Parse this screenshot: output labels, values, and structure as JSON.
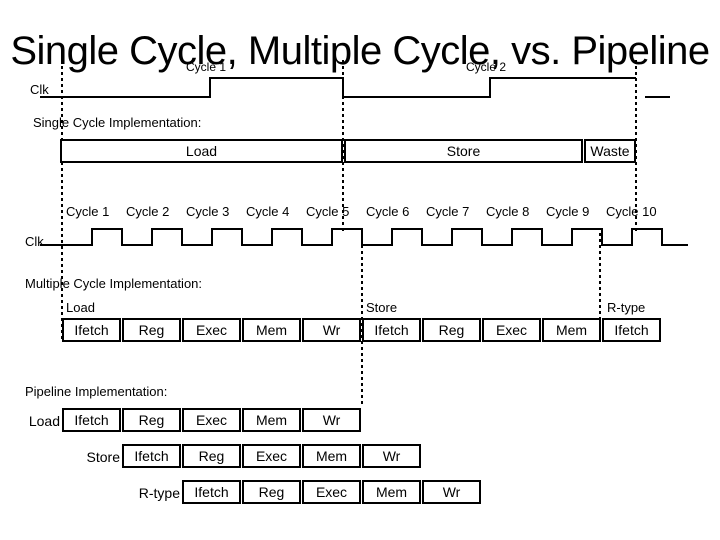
{
  "title": "Single Cycle, Multiple Cycle, vs. Pipeline",
  "top_clock": {
    "label": "Clk",
    "cycle1": "Cycle 1",
    "cycle2": "Cycle 2"
  },
  "single_cycle": {
    "heading": "Single Cycle Implementation:",
    "load": "Load",
    "store": "Store",
    "waste": "Waste"
  },
  "multi_clock": {
    "label": "Clk",
    "cycles": [
      "Cycle 1",
      "Cycle 2",
      "Cycle 3",
      "Cycle 4",
      "Cycle 5",
      "Cycle 6",
      "Cycle 7",
      "Cycle 8",
      "Cycle 9",
      "Cycle 10"
    ]
  },
  "multiple_cycle": {
    "heading": "Multiple Cycle Implementation:",
    "load": "Load",
    "store": "Store",
    "rtype": "R-type",
    "stages": [
      "Ifetch",
      "Reg",
      "Exec",
      "Mem",
      "Wr",
      "Ifetch",
      "Reg",
      "Exec",
      "Mem",
      "Ifetch"
    ]
  },
  "pipeline": {
    "heading": "Pipeline Implementation:",
    "rows": [
      {
        "label": "Load",
        "stages": [
          "Ifetch",
          "Reg",
          "Exec",
          "Mem",
          "Wr"
        ]
      },
      {
        "label": "Store",
        "stages": [
          "Ifetch",
          "Reg",
          "Exec",
          "Mem",
          "Wr"
        ]
      },
      {
        "label": "R-type",
        "stages": [
          "Ifetch",
          "Reg",
          "Exec",
          "Mem",
          "Wr"
        ]
      }
    ]
  }
}
